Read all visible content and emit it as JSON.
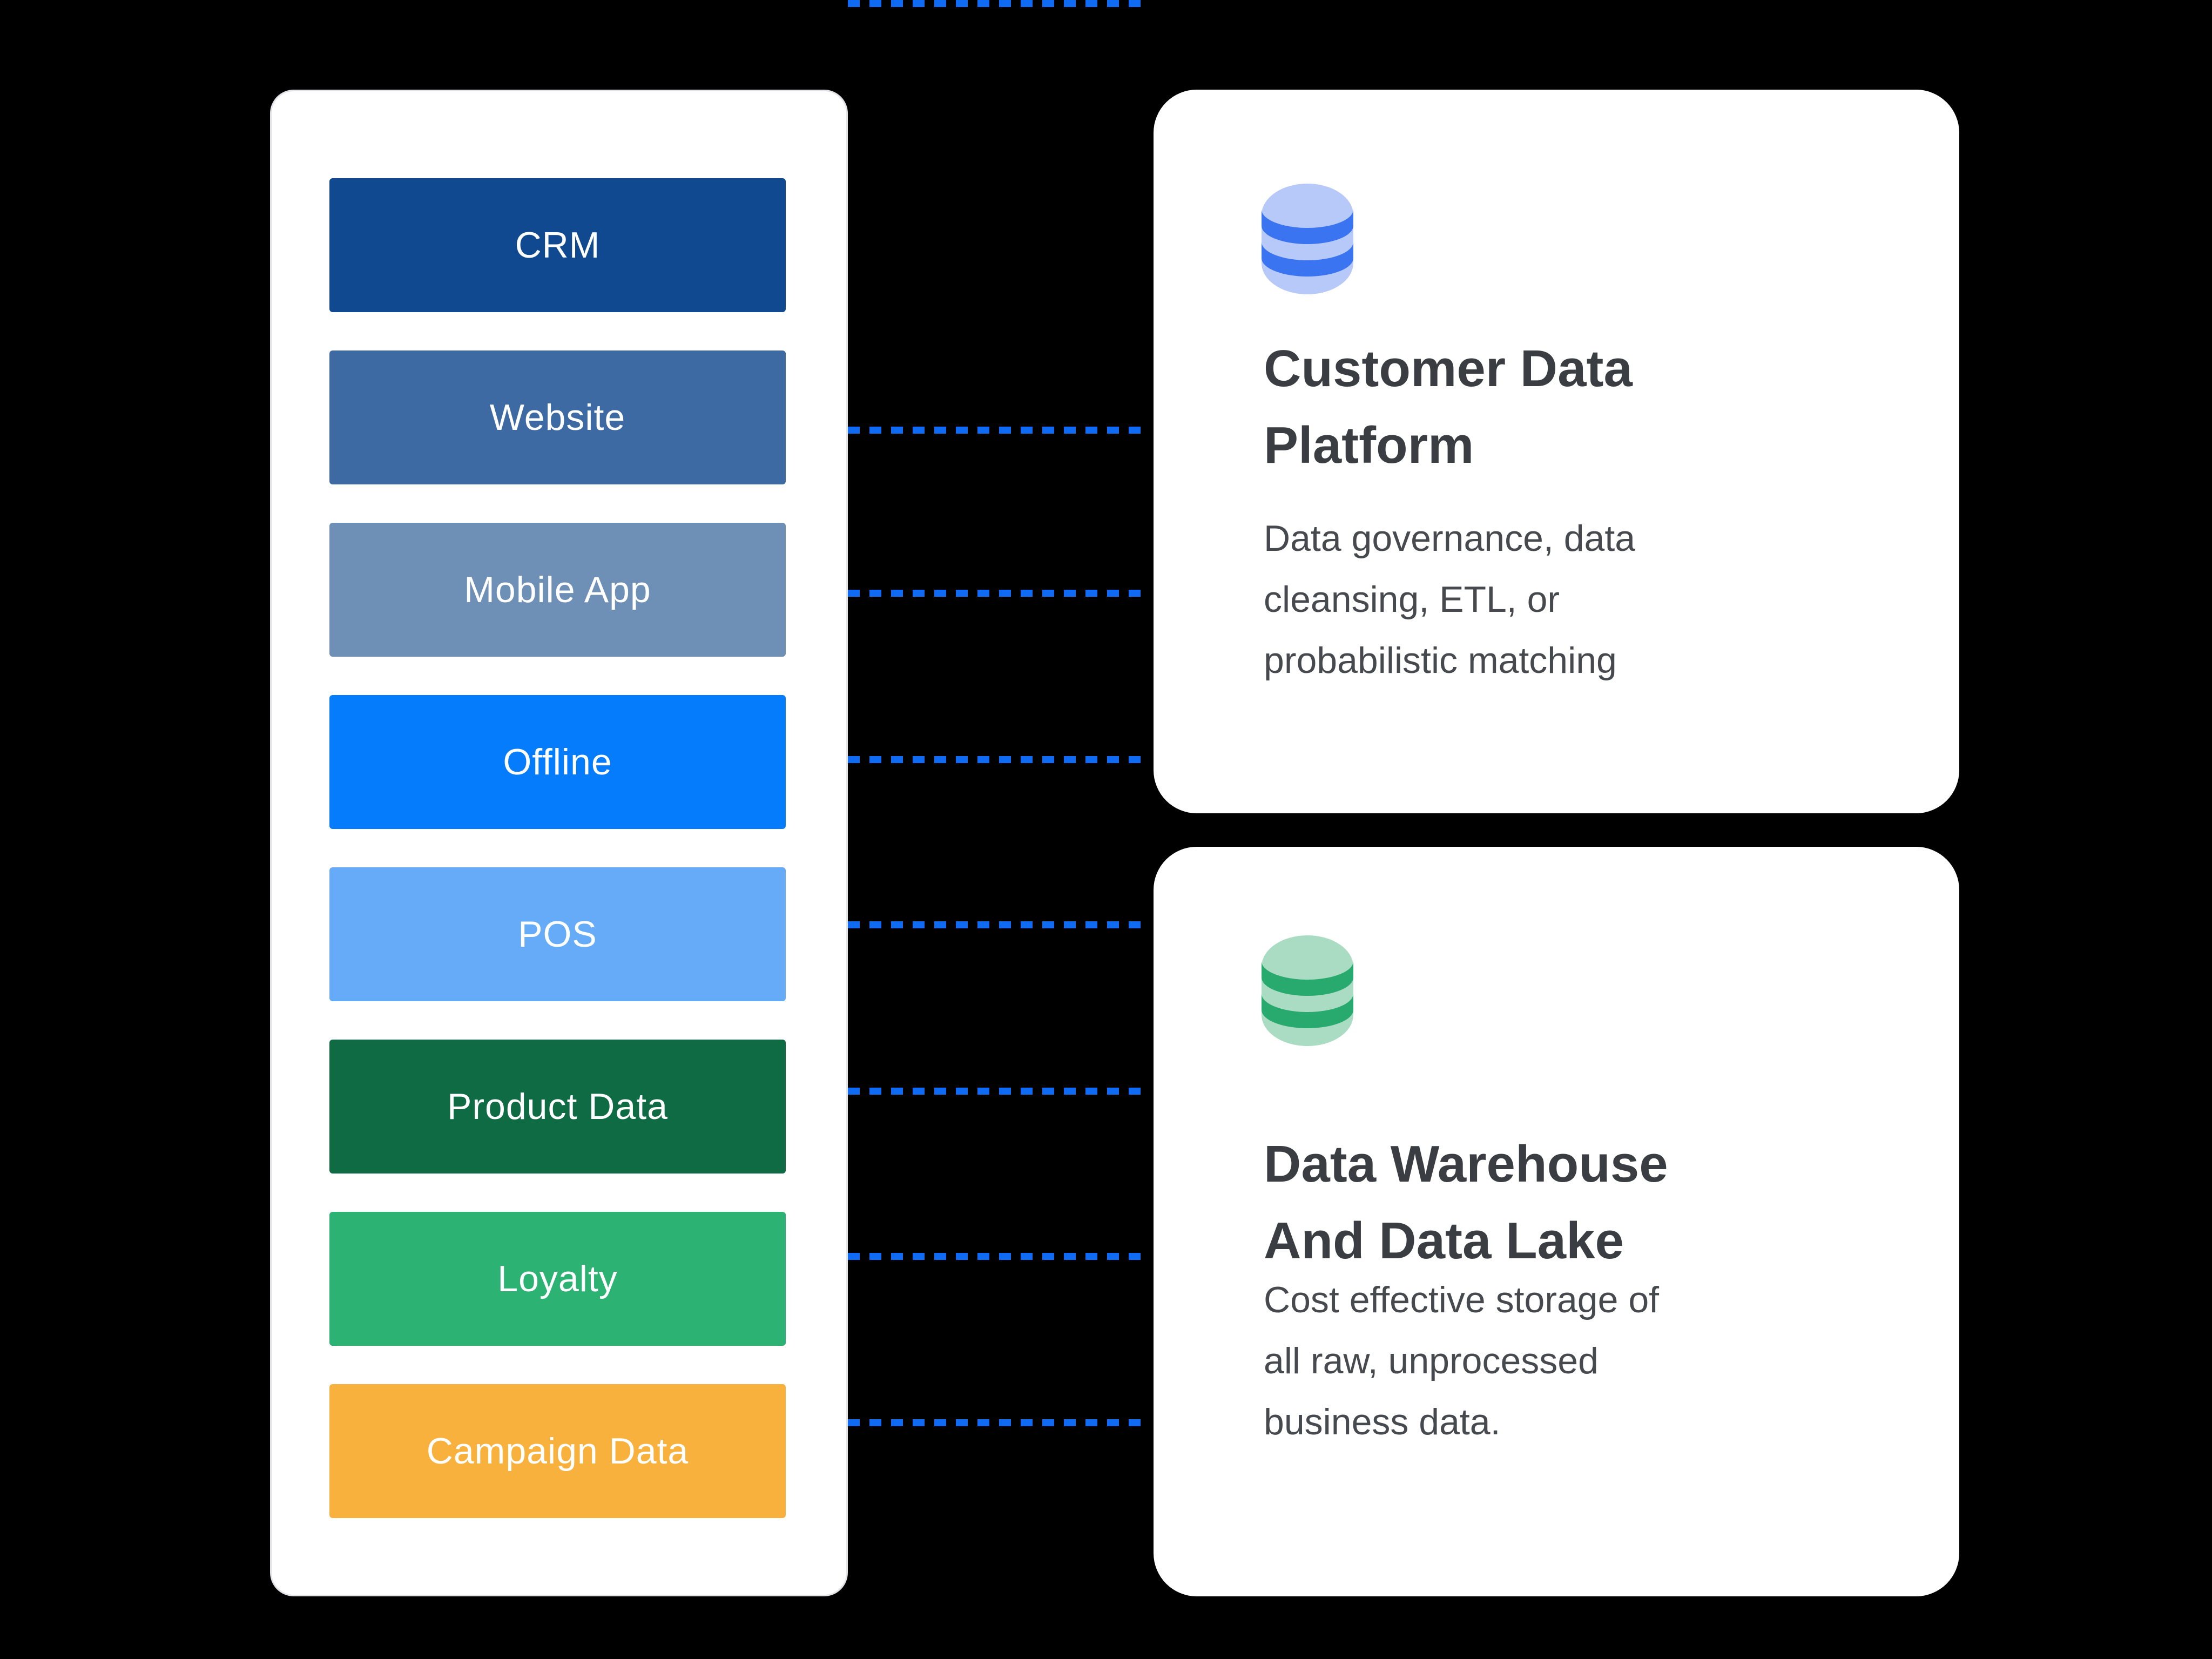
{
  "theme": {
    "stage-bg": "#000000",
    "panel-bg": "#ffffff",
    "panel-border": "#e2e2e7",
    "card-bg": "#ffffff",
    "connector-color": "#0f6af4",
    "bar-text-color": "#ffffff",
    "title-color": "#3a3d41",
    "body-color": "#46494d"
  },
  "sources_panel": {
    "items": [
      {
        "label": "CRM",
        "color": "#10498f"
      },
      {
        "label": "Website",
        "color": "#3e6aa4"
      },
      {
        "label": "Mobile App",
        "color": "#6e8fb6"
      },
      {
        "label": "Offline",
        "color": "#057cfb"
      },
      {
        "label": "POS",
        "color": "#66abf7"
      },
      {
        "label": "Product Data",
        "color": "#0e6b43"
      },
      {
        "label": "Loyalty",
        "color": "#2cb272"
      },
      {
        "label": "Campaign Data",
        "color": "#f8b13c"
      }
    ]
  },
  "connectors": {
    "style": "dotted",
    "color": "#0f6af4",
    "count": 8
  },
  "cards": [
    {
      "icon": "blue-database-icon",
      "icon_body_color": "#b7c9f8",
      "icon_stripe_color": "#3b74f1",
      "title": "Customer Data\nPlatform",
      "description": "Data governance, data\ncleansing, ETL, or\nprobabilistic matching"
    },
    {
      "icon": "green-database-icon",
      "icon_body_color": "#a9dcc3",
      "icon_stripe_color": "#28a96d",
      "title": "Data Warehouse\nAnd Data Lake",
      "description": "Cost effective storage of\nall raw, unprocessed\nbusiness data."
    }
  ]
}
